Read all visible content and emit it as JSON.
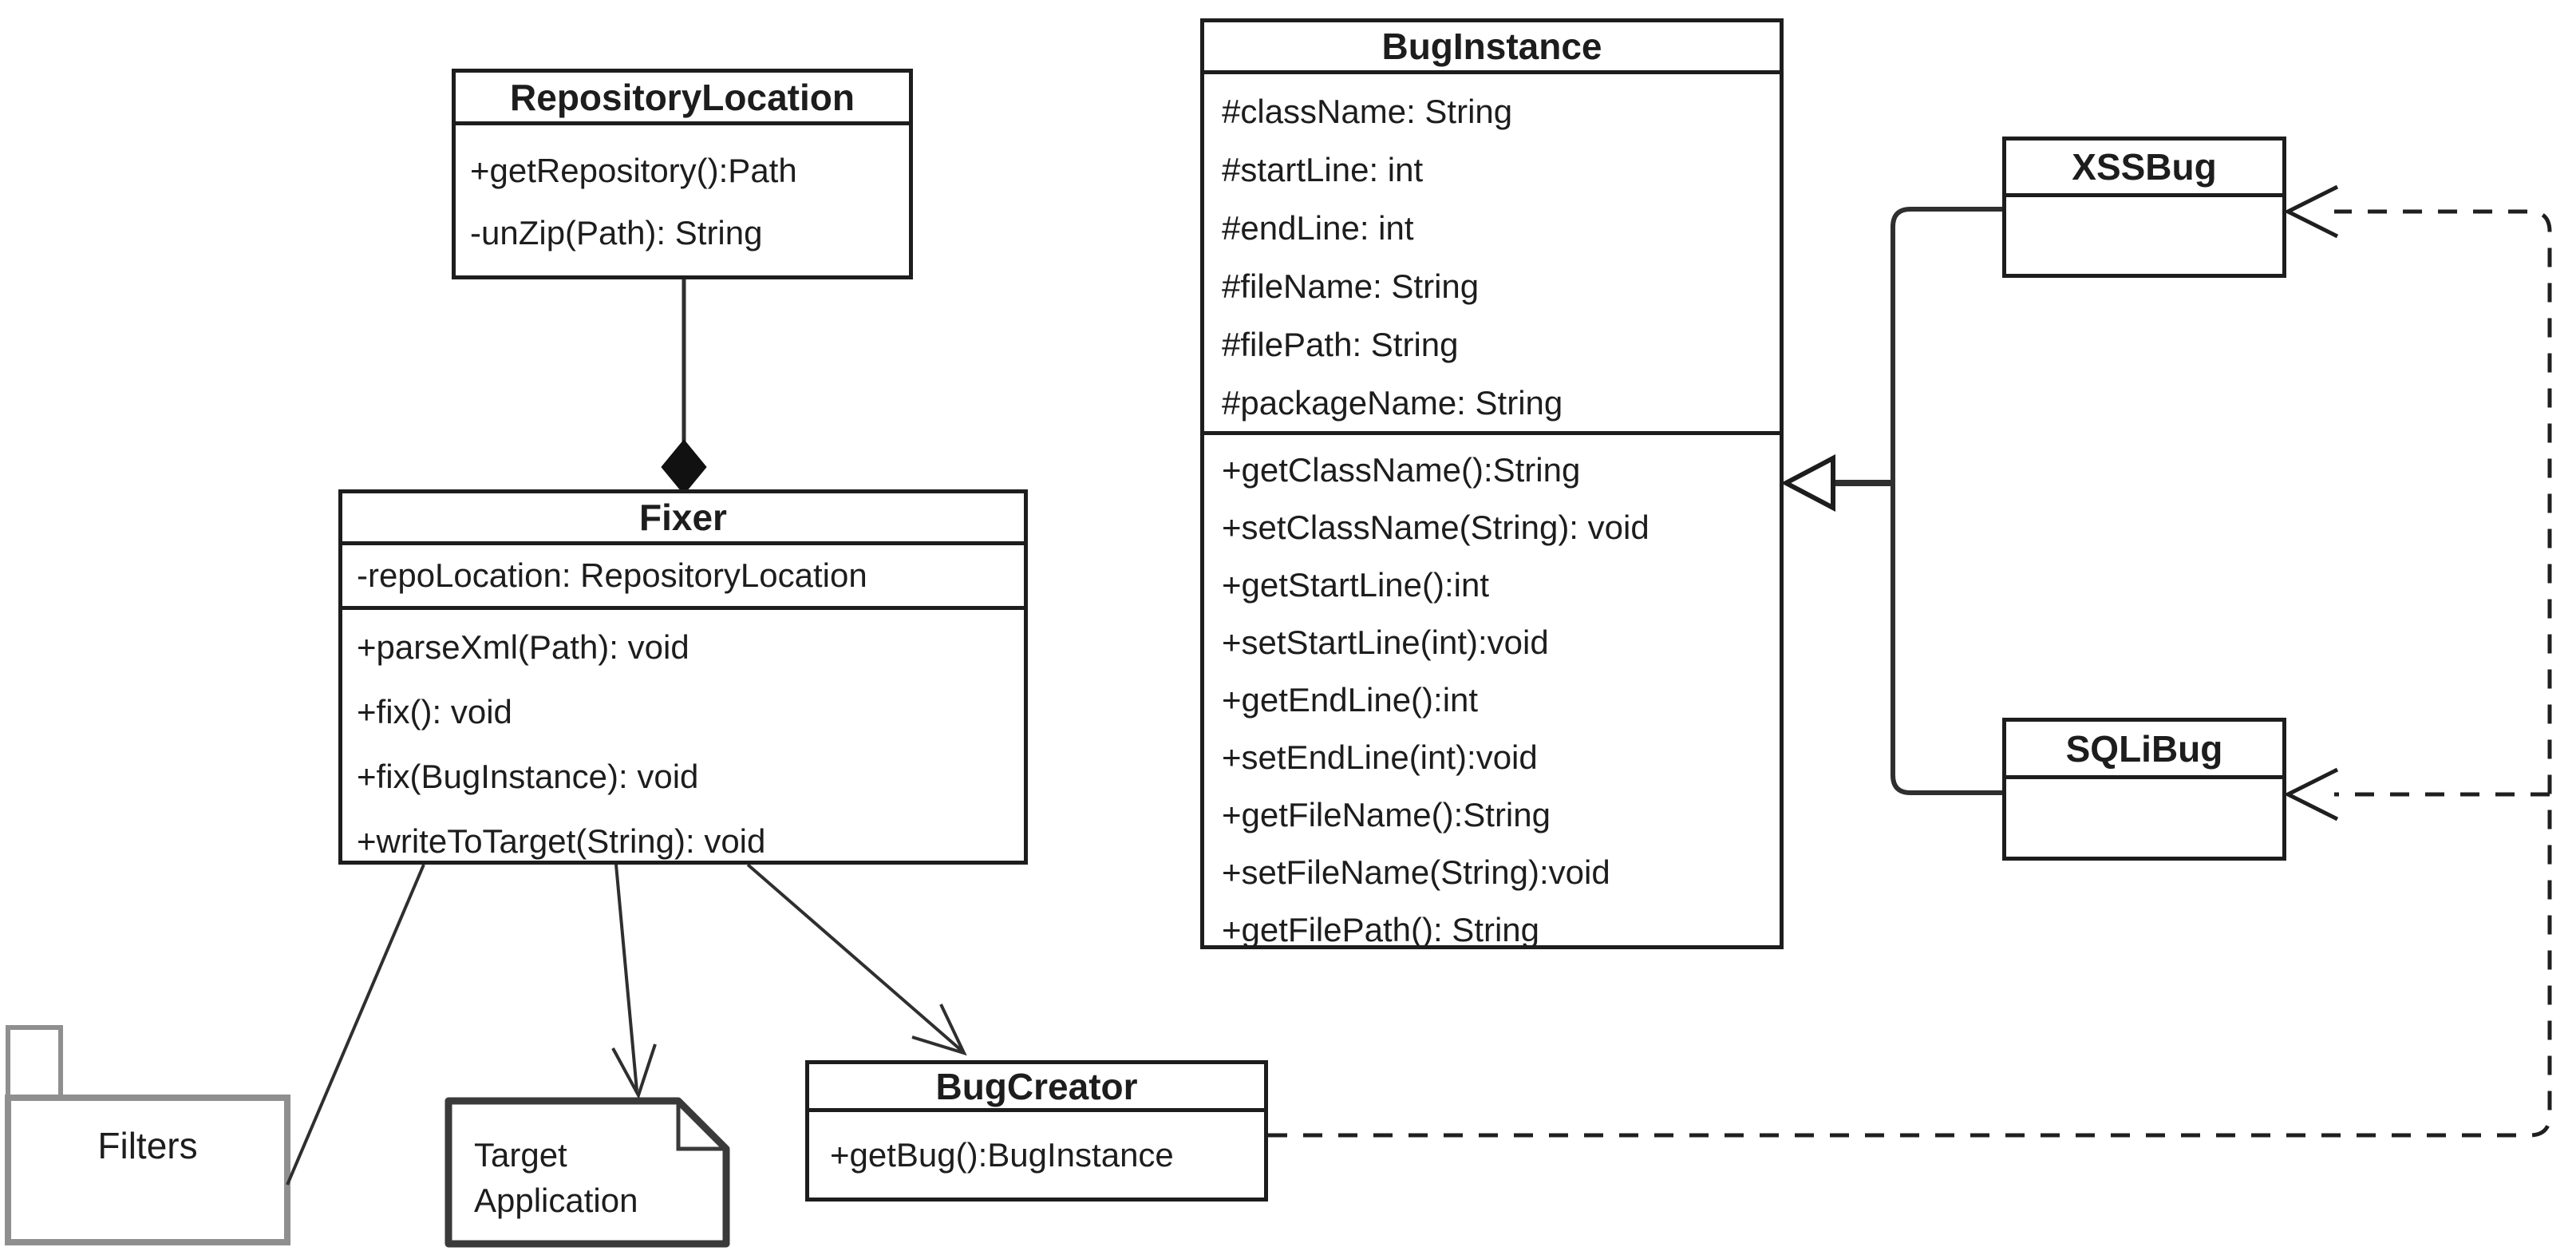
{
  "colors": {
    "ink": "#1d1d1d",
    "edge": "#2f2f2f",
    "dashed_edge": "#1f1f1f",
    "package_border": "#8f8f8f",
    "note_border": "#3a3a3a",
    "background": "#ffffff"
  },
  "classes": {
    "repository_location": {
      "name": "RepositoryLocation",
      "methods": [
        "+getRepository():Path",
        "-unZip(Path): String"
      ]
    },
    "fixer": {
      "name": "Fixer",
      "attributes": [
        "-repoLocation: RepositoryLocation"
      ],
      "methods": [
        "+parseXml(Path): void",
        "+fix(): void",
        "+fix(BugInstance): void",
        "+writeToTarget(String): void"
      ]
    },
    "bug_instance": {
      "name": "BugInstance",
      "attributes": [
        "#className: String",
        "#startLine: int",
        "#endLine: int",
        "#fileName: String",
        "#filePath: String",
        "#packageName: String"
      ],
      "methods": [
        "+getClassName():String",
        "+setClassName(String): void",
        "+getStartLine():int",
        "+setStartLine(int):void",
        "+getEndLine():int",
        "+setEndLine(int):void",
        "+getFileName():String",
        "+setFileName(String):void",
        "+getFilePath(): String"
      ]
    },
    "xss_bug": {
      "name": "XSSBug"
    },
    "sqli_bug": {
      "name": "SQLiBug"
    },
    "bug_creator": {
      "name": "BugCreator",
      "methods": [
        "+getBug():BugInstance"
      ]
    }
  },
  "package": {
    "name": "Filters"
  },
  "note": {
    "lines": [
      "Target",
      "Application"
    ]
  }
}
